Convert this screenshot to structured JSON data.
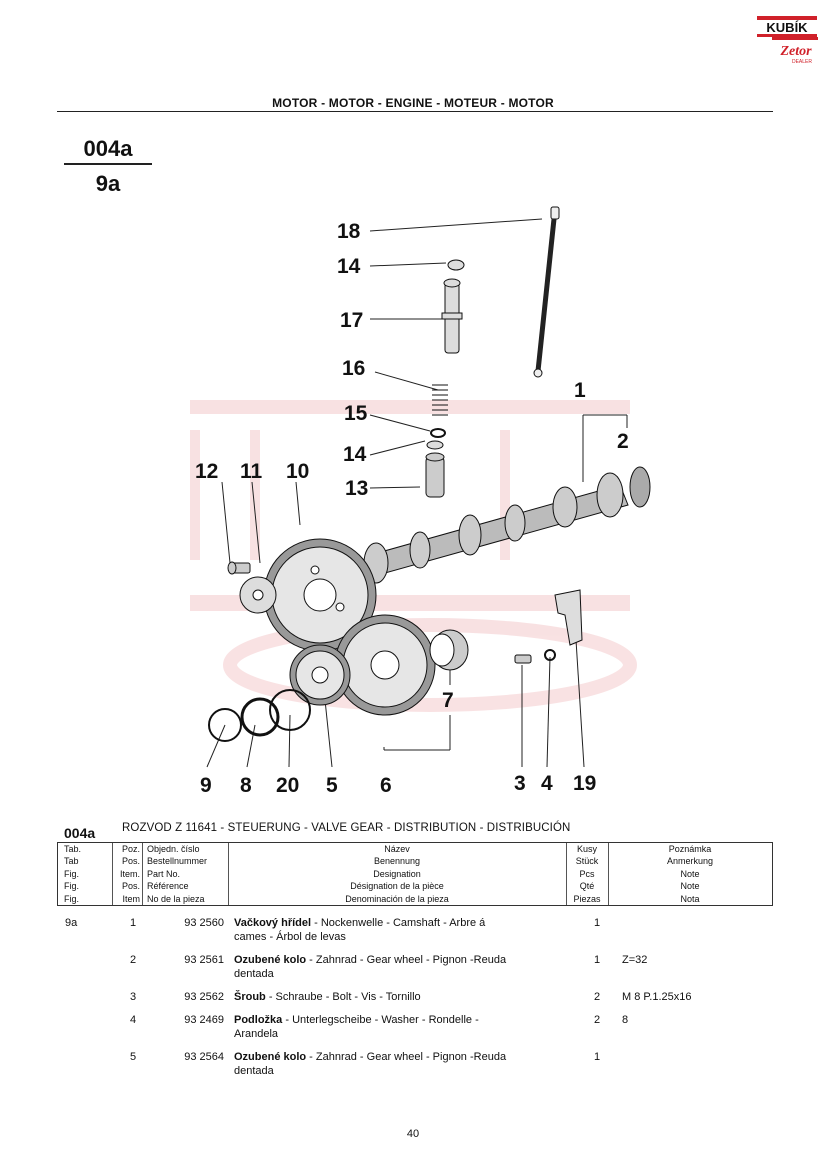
{
  "brand": {
    "logo_top": "KUBÍK",
    "logo_bottom": "Zetor",
    "logo_tag": "DEALER",
    "color": "#d0212a"
  },
  "header": {
    "title": "MOTOR - MOTOR - ENGINE - MOTEUR - MOTOR"
  },
  "figure": {
    "code": "004a",
    "number": "9a",
    "callouts": [
      "18",
      "14",
      "17",
      "16",
      "15",
      "14",
      "13",
      "1",
      "2",
      "12",
      "11",
      "10",
      "7",
      "3",
      "4",
      "19",
      "9",
      "8",
      "20",
      "5",
      "6"
    ]
  },
  "table": {
    "code": "004a",
    "title": "ROZVOD Z 11641 - STEUERUNG - VALVE GEAR - DISTRIBUTION - DISTRIBUCIÓN",
    "headers": {
      "tab": [
        "Tab.",
        "Tab",
        "Fig.",
        "Fig.",
        "Fig."
      ],
      "pos": [
        "Poz.",
        "Pos.",
        "Item.",
        "Pos.",
        "Item"
      ],
      "part": [
        "Objedn. číslo",
        "Bestellnummer",
        "Part No.",
        "Référence",
        "No de la pieza"
      ],
      "desc": [
        "Název",
        "Benennung",
        "Designation",
        "Désignation de la pièce",
        "Denominación de la pieza"
      ],
      "qty": [
        "Kusy",
        "Stück",
        "Pcs",
        "Qté",
        "Piezas"
      ],
      "note": [
        "Poznámka",
        "Anmerkung",
        "Note",
        "Note",
        "Nota"
      ]
    },
    "rows": [
      {
        "tab": "9a",
        "pos": "1",
        "part": "93 2560",
        "name": "Vačkový hřídel",
        "desc_rest": " - Nockenwelle - Camshaft - Arbre á",
        "desc_line2": "cames - Árbol de levas",
        "qty": "1",
        "note": ""
      },
      {
        "tab": "",
        "pos": "2",
        "part": "93 2561",
        "name": "Ozubené kolo",
        "desc_rest": " - Zahnrad - Gear wheel - Pignon -Reuda",
        "desc_line2": "dentada",
        "qty": "1",
        "note": "Z=32"
      },
      {
        "tab": "",
        "pos": "3",
        "part": "93 2562",
        "name": "Šroub",
        "desc_rest": " - Schraube - Bolt - Vis - Tornillo",
        "desc_line2": "",
        "qty": "2",
        "note": "M 8 P.1.25x16"
      },
      {
        "tab": "",
        "pos": "4",
        "part": "93 2469",
        "name": "Podložka",
        "desc_rest": " - Unterlegscheibe - Washer - Rondelle -",
        "desc_line2": "Arandela",
        "qty": "2",
        "note": "8"
      },
      {
        "tab": "",
        "pos": "5",
        "part": "93 2564",
        "name": "Ozubené kolo",
        "desc_rest": " - Zahnrad - Gear wheel - Pignon -Reuda",
        "desc_line2": "dentada",
        "qty": "1",
        "note": ""
      }
    ]
  },
  "page_number": "40"
}
